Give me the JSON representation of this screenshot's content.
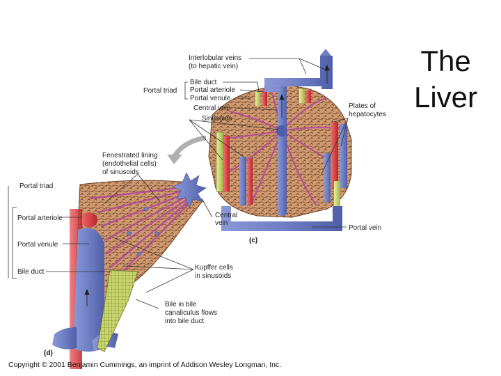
{
  "title_lines": [
    "The",
    "Liver"
  ],
  "copyright": "Copyright © 2001 Benjamin Cummings, an imprint of Addison Wesley Longman, Inc.",
  "panel_c": {
    "letter": "(c)",
    "labels": {
      "interlobular_1": "Interlobular veins",
      "interlobular_2": "(to hepatic vein)",
      "portal_triad": "Portal triad",
      "bile_duct": "Bile duct",
      "portal_arteriole": "Portal arteriole",
      "portal_venule": "Portal venule",
      "central_vein": "Central vein",
      "sinusoids": "Sinusoids",
      "plates_1": "Plates of",
      "plates_2": "hepatocytes",
      "portal_vein": "Portal vein"
    }
  },
  "panel_d": {
    "letter": "(d)",
    "labels": {
      "fenestrated_1": "Fenestrated lining",
      "fenestrated_2": "(endothelial cells)",
      "fenestrated_3": "of sinusoids",
      "portal_triad": "Portal triad",
      "portal_arteriole": "Portal arteriole",
      "portal_venule": "Portal venule",
      "bile_duct": "Bile duct",
      "central_vein_1": "Central",
      "central_vein_2": "vein",
      "kupffer_1": "Kupffer cells",
      "kupffer_2": "in sinusoids",
      "bile_1": "Bile in bile",
      "bile_2": "canaliculus flows",
      "bile_3": "into bile duct"
    }
  },
  "colors": {
    "vein": "#6f7fc4",
    "vein_dark": "#4f5ea8",
    "artery": "#d8323a",
    "bile": "#b7c95a",
    "tissue": "#c98f66",
    "tissue_dark": "#8a5a3a",
    "sinusoid": "#b44a9c",
    "leader": "#333333"
  }
}
